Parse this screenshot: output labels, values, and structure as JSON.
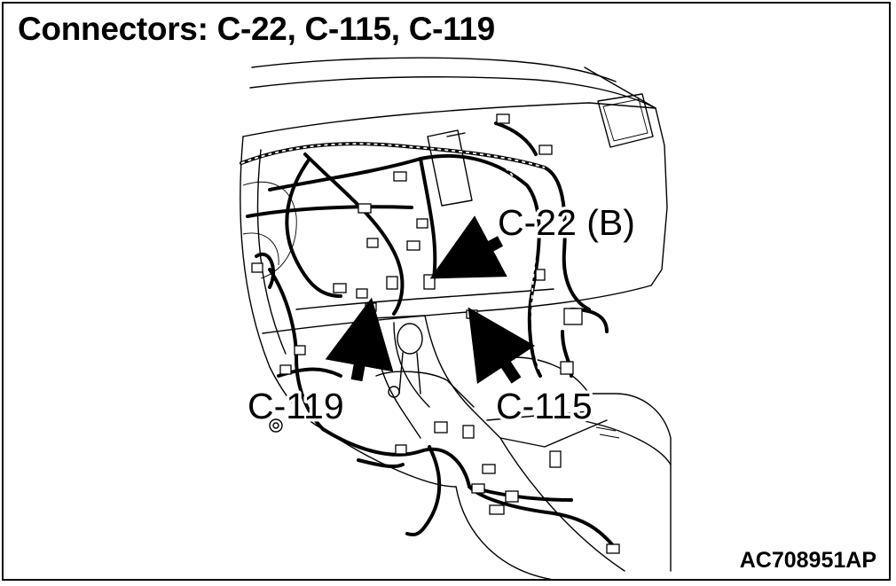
{
  "title": "Connectors: C-22, C-115, C-119",
  "callouts": {
    "c22": "C-22 (B)",
    "c115": "C-115",
    "c119": "C-119"
  },
  "figure_code": "AC708951AP"
}
